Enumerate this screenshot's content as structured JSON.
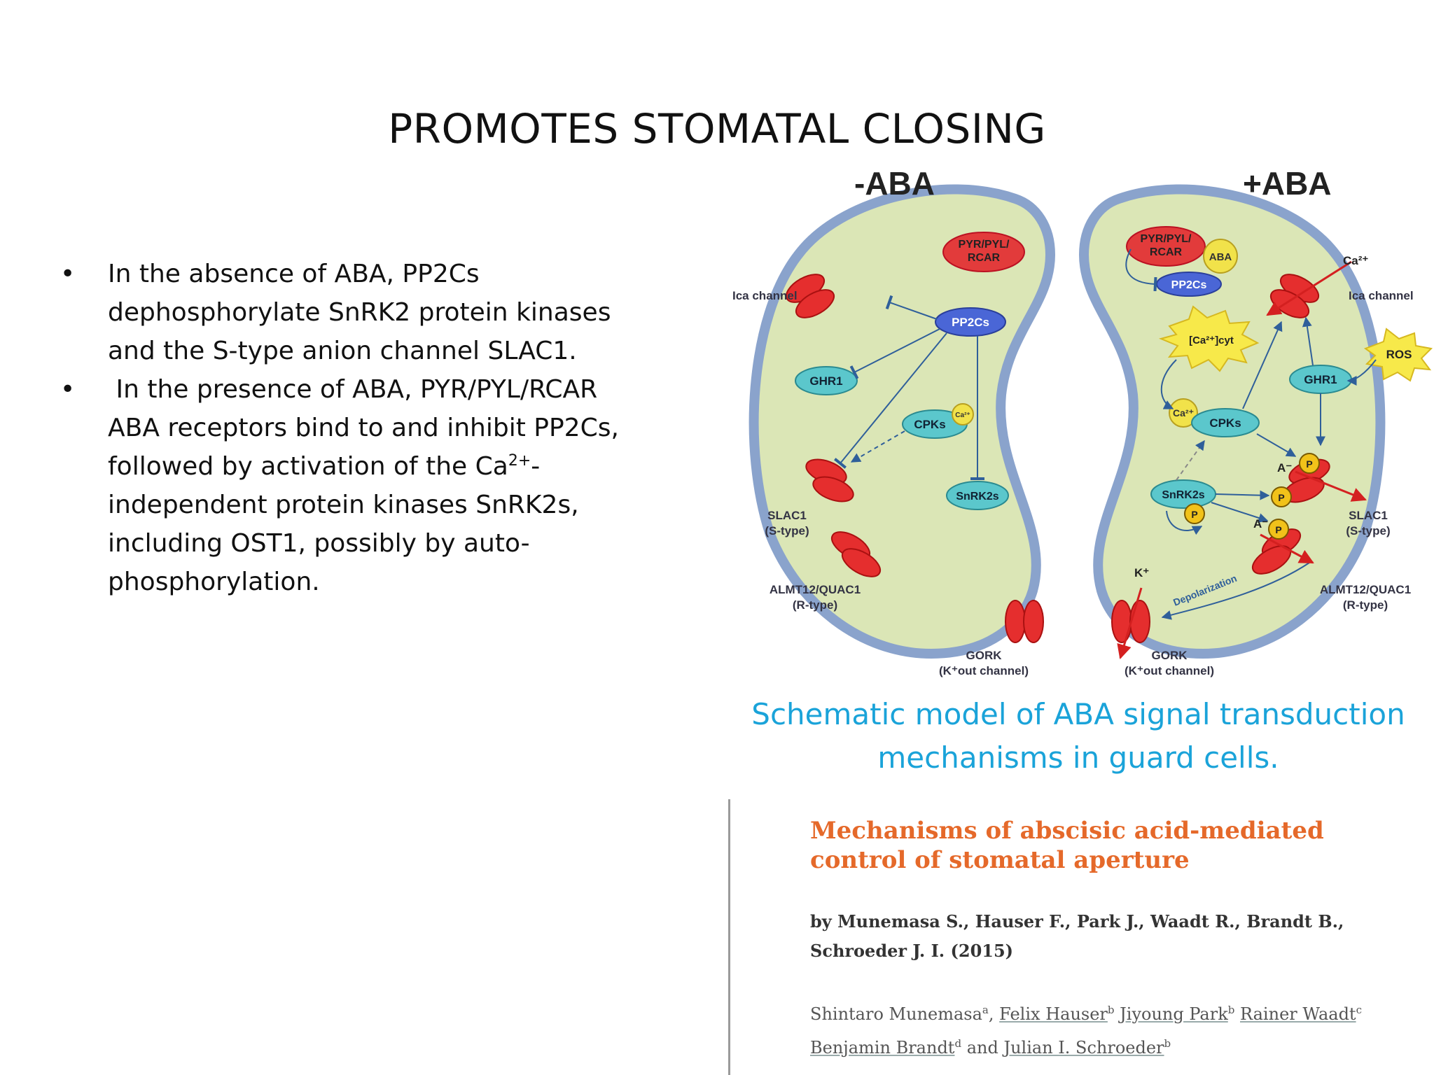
{
  "slide": {
    "title": "PROMOTES STOMATAL CLOSING",
    "bullets": [
      {
        "marker": "•",
        "pre": "In the absence of ABA, PP2Cs dephosphorylate SnRK2 protein kinases and the S-type anion channel SLAC1.",
        "sup": "",
        "post": ""
      },
      {
        "marker": "•",
        "pre": " In the presence of ABA, PYR/PYL/RCAR ABA receptors bind to and inhibit PP2Cs, followed by activation of the Ca",
        "sup": "2+",
        "post": "-independent protein kinases SnRK2s, including OST1, possibly by auto-phosphorylation."
      }
    ]
  },
  "diagram": {
    "left_header": "-ABA",
    "right_header": "+ABA",
    "labels": {
      "pyr_l1": "PYR/PYL/",
      "pyr_l2": "RCAR",
      "pp2cs": "PP2Cs",
      "cpks": "CPKs",
      "ca": "Ca²⁺",
      "snrk2s": "SnRK2s",
      "ghr1": "GHR1",
      "aba": "ABA",
      "ros": "ROS",
      "p": "P",
      "a_minus": "A⁻",
      "k_plus": "K⁺",
      "ca_cyt": "[Ca²⁺]cyt",
      "ica_left": "Ica channel",
      "ica_right": "Ica channel",
      "ca_in": "Ca²⁺",
      "slac1_l1": "SLAC1",
      "slac1_l2": "(S-type)",
      "almt_l1": "ALMT12/QUAC1",
      "almt_l2": "(R-type)",
      "gork_l1": "GORK",
      "gork_l2": "(K⁺out channel)",
      "depolarization": "Depolarization"
    }
  },
  "caption": {
    "line1": "Schematic model of ABA signal transduction",
    "line2": "mechanisms in guard cells."
  },
  "paper": {
    "title": "Mechanisms of abscisic acid-mediated control of stomatal aperture",
    "byline": "by Munemasa S., Hauser F., Park J., Waadt R., Brandt B., Schroeder J. I. (2015)",
    "authors": [
      {
        "name": "Shintaro Munemasa",
        "sup": "a",
        "sep": ", ",
        "link": false
      },
      {
        "name": "Felix Hauser",
        "sup": "b",
        "sep": " ",
        "link": true
      },
      {
        "name": "Jiyoung Park",
        "sup": "b",
        "sep": " ",
        "link": true
      },
      {
        "name": "Rainer Waadt",
        "sup": "c",
        "sep": " ",
        "link": true
      },
      {
        "name": "Benjamin Brandt",
        "sup": "d",
        "sep": " and ",
        "link": true
      },
      {
        "name": "Julian I. Schroeder",
        "sup": "b",
        "sep": "",
        "link": true
      }
    ]
  }
}
